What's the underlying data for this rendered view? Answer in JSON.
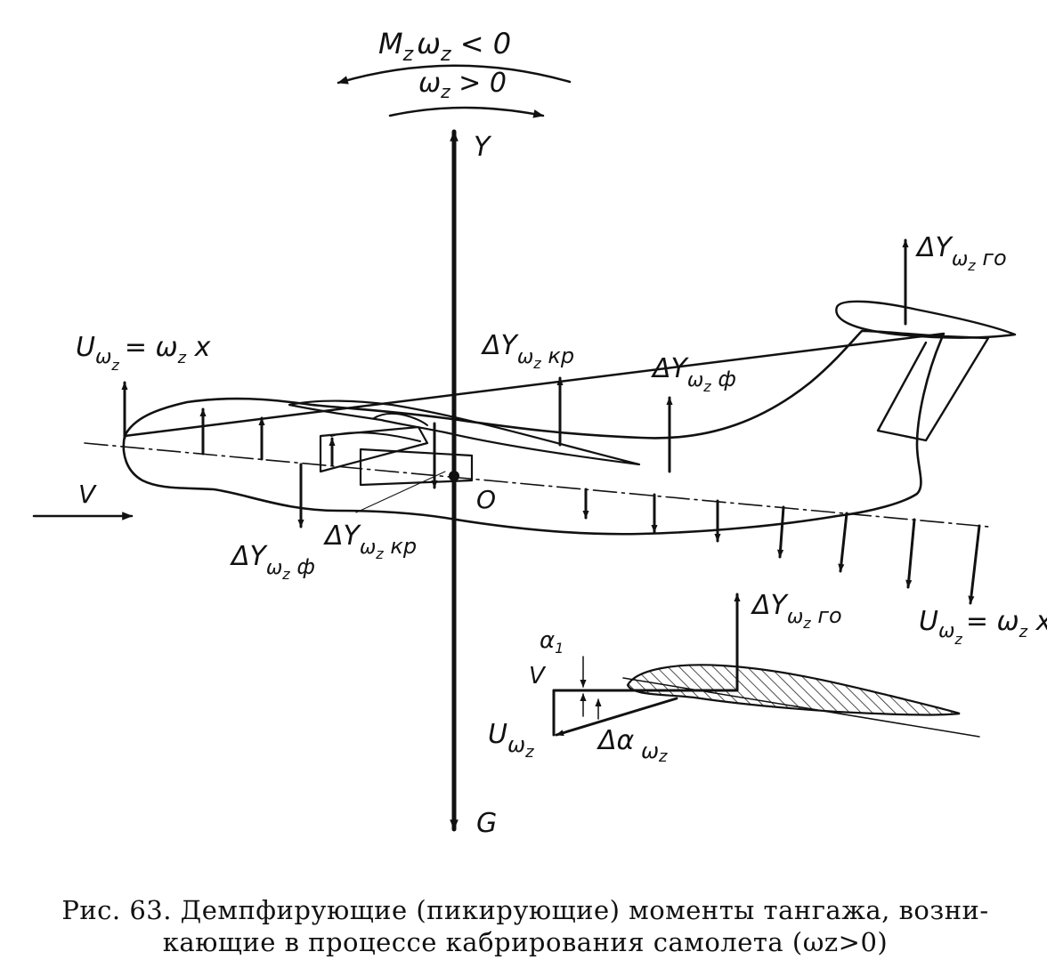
{
  "diagram": {
    "moment_label": {
      "main": "M",
      "sub1": "z",
      "omega": "ω",
      "sub2": "z",
      "rel": " < 0"
    },
    "omega_label": {
      "main": "ω",
      "sub": "z",
      "rel": " > 0"
    },
    "axis_y": "Y",
    "axis_g": "G",
    "velocity": "V",
    "origin": "O",
    "u_left": {
      "main": "U",
      "sub1": "ω",
      "sub2": "z",
      "rhs": "= ω",
      "rhs_sub": "z",
      "rhs_tail": " x"
    },
    "u_right": {
      "main": "U",
      "sub1": "ω",
      "sub2": "z",
      "rhs": "= ω",
      "rhs_sub": "z",
      "rhs_tail": " x"
    },
    "dy_go_top": {
      "main": "ΔY",
      "sub1": "ω",
      "sub2": "z",
      "tail": " го"
    },
    "dy_kr_top": {
      "main": "ΔY",
      "sub1": "ω",
      "sub2": "z",
      "tail": " кр"
    },
    "dy_f_top": {
      "main": "ΔY",
      "sub1": "ω",
      "sub2": "z",
      "tail": " ф"
    },
    "dy_f_bottom": {
      "main": "ΔY",
      "sub1": "ω",
      "sub2": "z",
      "tail": " ф"
    },
    "dy_kr_bottom": {
      "main": "ΔY",
      "sub1": "ω",
      "sub2": "z",
      "tail": " кр"
    },
    "dy_go_airfoil": {
      "main": "ΔY",
      "sub1": "ω",
      "sub2": "z",
      "tail": " го"
    },
    "alpha1": {
      "main": "α",
      "sub": "1"
    },
    "v_small": "V",
    "u_small": {
      "main": "U",
      "sub": "ω",
      "sub2": "z"
    },
    "dalpha": {
      "main": "Δα",
      "sub": " ω",
      "sub2": "z"
    }
  },
  "caption": {
    "line1": "Рис. 63. Демпфирующие (пикирующие) моменты тангажа, возни-",
    "line2": "кающие в процессе кабрирования самолета (ωz>0)"
  }
}
